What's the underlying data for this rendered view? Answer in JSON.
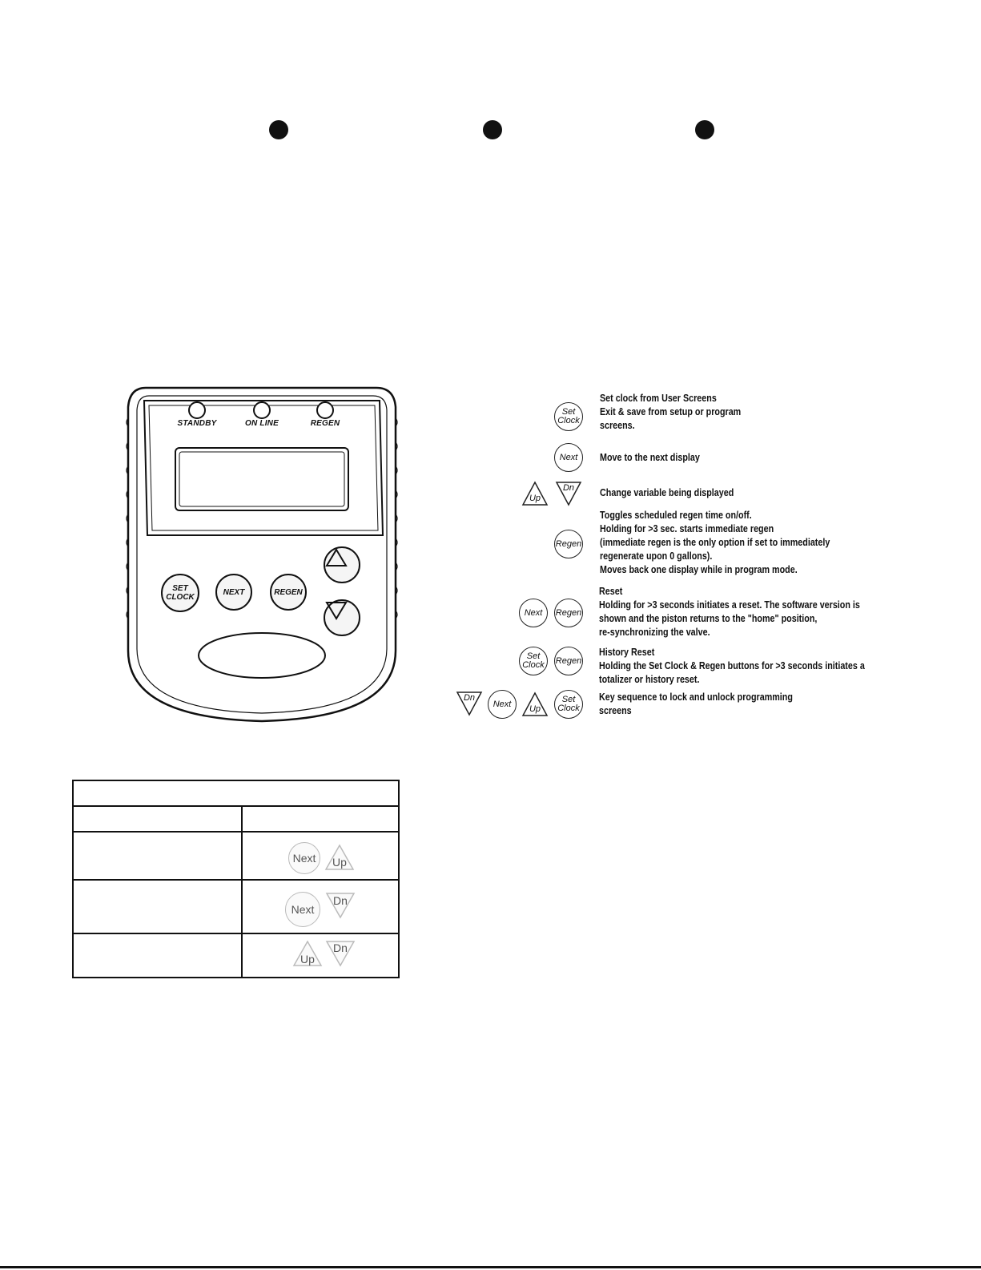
{
  "controller": {
    "leds": [
      "STANDBY",
      "ON LINE",
      "REGEN"
    ],
    "buttons": {
      "set_clock": [
        "SET",
        "CLOCK"
      ],
      "next": "NEXT",
      "regen": "REGEN"
    }
  },
  "legend": {
    "keys": {
      "set_clock": [
        "Set",
        "Clock"
      ],
      "next": "Next",
      "up": "Up",
      "dn": "Dn",
      "regen": "Regen"
    },
    "items": [
      {
        "lines": [
          "Set clock from User Screens",
          "Exit & save from setup or program",
          "screens."
        ]
      },
      {
        "lines": [
          "Move to the next display"
        ]
      },
      {
        "lines": [
          "Change variable being displayed"
        ]
      },
      {
        "lines": [
          "Toggles scheduled regen time on/off.",
          "Holding for  >3 sec. starts immediate regen",
          "(immediate regen is the only option if set to immediately",
          "regenerate upon 0 gallons).",
          "Moves back one display while in program mode."
        ]
      },
      {
        "lines": [
          "Reset",
          "Holding for >3 seconds initiates a reset.  The software version is",
          "shown and the piston returns to the \"home\" position,",
          "re-synchronizing the valve."
        ]
      },
      {
        "lines": [
          "History Reset",
          "Holding the Set Clock & Regen buttons for >3 seconds initiates a",
          "totalizer or history reset."
        ]
      },
      {
        "lines": [
          "Key sequence to lock and unlock programming",
          "screens"
        ]
      }
    ]
  },
  "table": {
    "keys": {
      "next": "Next",
      "up": "Up",
      "dn": "Dn"
    }
  }
}
